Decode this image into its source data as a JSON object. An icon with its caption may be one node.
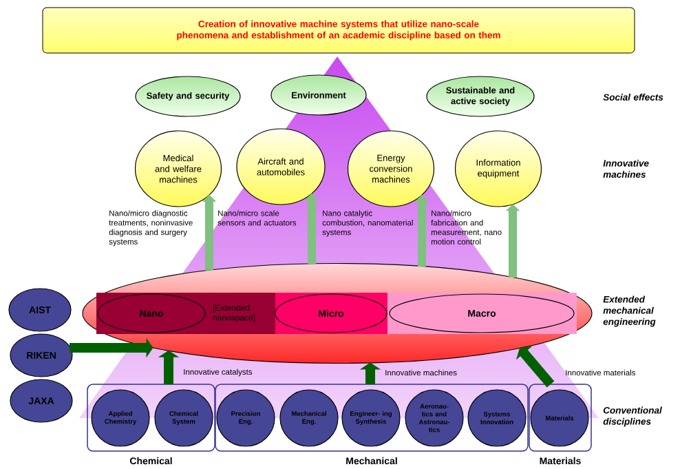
{
  "diagram": {
    "nodes": [
      {
        "text": [
          "Creation of innovative machine systems that utilize nano-scale phenomena and establishment of an academic discipline based on them"
        ]
      },
      {
        "text": [
          "Safety and security"
        ]
      },
      {
        "text": [
          "Environment"
        ]
      },
      {
        "text": [
          "Sustainable and active society"
        ]
      },
      {
        "text": [
          "Medical and welfare machines"
        ]
      },
      {
        "text": [
          "Aircraft and automobiles"
        ]
      },
      {
        "text": [
          "Energy conversion machines"
        ]
      },
      {
        "text": [
          "Information equipment"
        ]
      },
      {
        "text": [],
        "shape": "ellipse"
      },
      {
        "text": [
          "Nano"
        ],
        "in": 8
      },
      {
        "text": [
          "Micro"
        ],
        "in": 8
      },
      {
        "text": [
          "Macro"
        ],
        "in": 8
      },
      {
        "text": [
          "AIST"
        ]
      },
      {
        "text": [
          "RIKEN"
        ]
      },
      {
        "text": [
          "JAXA"
        ]
      },
      {
        "text": [
          "Chemical"
        ]
      },
      {
        "text": [
          "Applied Chemistry"
        ],
        "in": 15
      },
      {
        "text": [
          "Chemical System"
        ],
        "in": 15
      },
      {
        "text": [
          "Mechanical"
        ]
      },
      {
        "text": [
          "Precision Eng."
        ],
        "in": 18
      },
      {
        "text": [
          "Mechanical Eng."
        ],
        "in": 18
      },
      {
        "text": [
          "Engineer- ing Synthesis"
        ],
        "in": 18
      },
      {
        "text": [
          "Aeronau- tics and Astronau- tics"
        ],
        "in": 18
      },
      {
        "text": [
          "Systems Innovation"
        ],
        "in": 18
      },
      {
        "text": [
          "Materials"
        ]
      },
      {
        "text": [
          "Materials"
        ],
        "in": 24
      }
    ],
    "edges": [
      {
        "from": 8,
        "to": 4,
        "arrow": "to",
        "color": "#80c080"
      },
      {
        "from": 8,
        "to": 5,
        "arrow": "to",
        "color": "#80c080"
      },
      {
        "from": 8,
        "to": 6,
        "arrow": "to",
        "color": "#80c080"
      },
      {
        "from": 8,
        "to": 7,
        "arrow": "to",
        "color": "#80c080"
      },
      {
        "from": 13,
        "to": 8,
        "arrow": "to",
        "color": "#006000"
      },
      {
        "from": 15,
        "to": 8,
        "arrow": "to",
        "label": "Innovative catalysts",
        "color": "#006000"
      },
      {
        "from": 18,
        "to": 8,
        "arrow": "to",
        "label": "Innovative machines",
        "color": "#006000"
      },
      {
        "from": 24,
        "to": 8,
        "arrow": "to",
        "label": "Innovative materials",
        "color": "#006000"
      }
    ],
    "labels": [
      "Social effects",
      "Innovative machines",
      "Nano/micro diagnostic treatments, noninvasive diagnosis and surgery systems",
      "Nano/micro scale sensors and actuators",
      "Nano catalytic combustion, nanomaterial systems",
      "Nano/micro fabrication and measurement, nano motion control",
      "Extended mechanical engineering",
      "[Extended nanospace]",
      "Conventional disciplines"
    ]
  }
}
